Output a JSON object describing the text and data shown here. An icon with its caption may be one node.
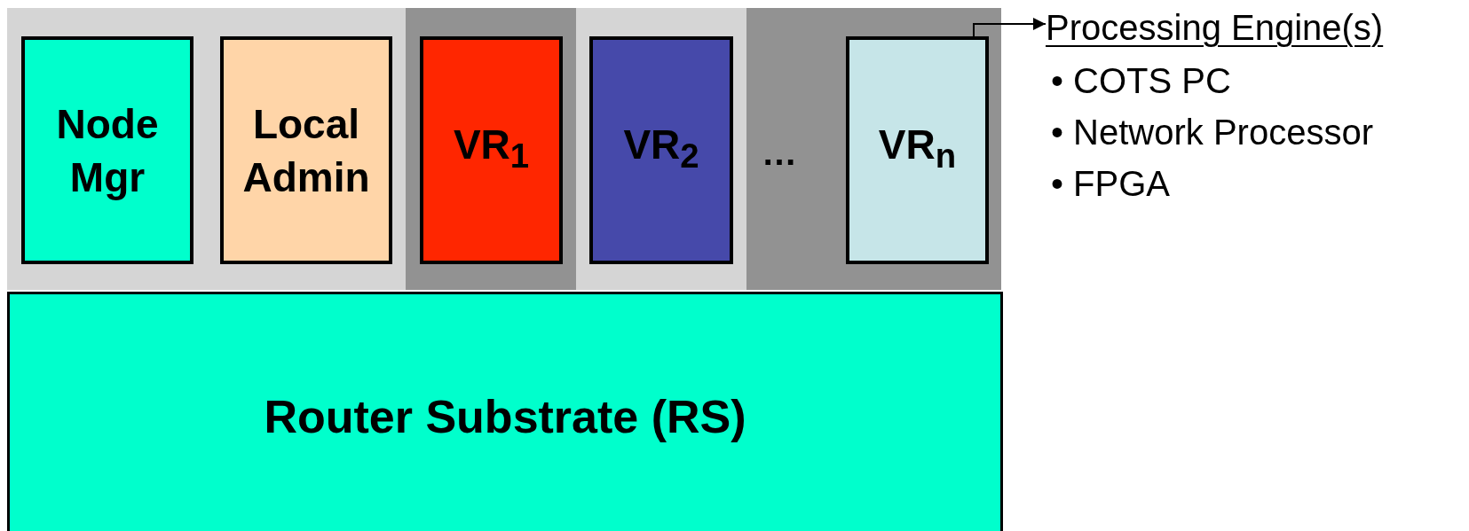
{
  "diagram": {
    "nodes": [
      {
        "text": [
          "Node Mgr"
        ]
      },
      {
        "text": [
          "Local Admin"
        ]
      },
      {
        "text": [
          "VR$_{1}$"
        ]
      },
      {
        "text": [
          "VR$_{2}$"
        ]
      },
      {
        "text": [
          "VR$_{n}$"
        ]
      },
      {
        "text": [
          "Router Substrate (RS)"
        ]
      },
      {
        "text": [
          "Processing Engine(s)",
          "• COTS PC",
          "• Network Processor",
          "• FPGA"
        ]
      }
    ],
    "edges": [
      {
        "from": 4,
        "to": 6,
        "arrow": "to"
      }
    ],
    "labels": [
      "…"
    ]
  }
}
